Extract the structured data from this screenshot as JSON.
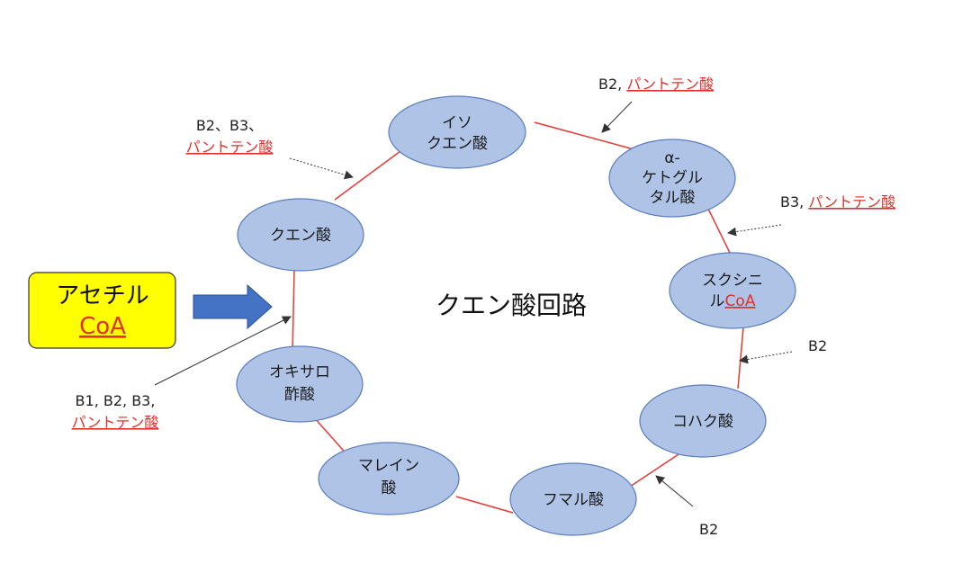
{
  "diagram": {
    "center_title": "クエン酸回路",
    "acetyl": {
      "line1": "アセチル",
      "line2": "CoA"
    },
    "nodes": {
      "isocitrate": {
        "line1": "イソ",
        "line2": "クエン酸"
      },
      "akg": {
        "line1": "α-",
        "line2": "ケトグル",
        "line3": "タル酸"
      },
      "succinylcoa": {
        "line1": "スクシニ",
        "line2_prefix": "ル",
        "line2_coa": "CoA"
      },
      "succinate": {
        "label": "コハク酸"
      },
      "fumarate": {
        "label": "フマル酸"
      },
      "malate": {
        "line1": "マレイン",
        "line2": "酸"
      },
      "oxaloacetate": {
        "line1": "オキサロ",
        "line2": "酢酸"
      },
      "citrate": {
        "label": "クエン酸"
      }
    },
    "annotations": {
      "isocitrate_in": {
        "line1": "B2、B3、",
        "line2": "パントテン酸"
      },
      "akg_in": {
        "prefix": "B2, ",
        "red": "パントテン酸"
      },
      "succinylcoa_in": {
        "prefix": "B3, ",
        "red": "パントテン酸"
      },
      "succinate_in": {
        "label": "B2"
      },
      "fumarate_in": {
        "label": "B2"
      },
      "citrate_in": {
        "line1": "B1, B2, B3,",
        "line2": "パントテン酸"
      }
    },
    "colors": {
      "node_fill": "#aec3e6",
      "node_stroke": "#5a7dbd",
      "cycle_line": "#e53935",
      "acetyl_fill": "#ffff00",
      "arrow_fill": "#4472c4",
      "red_text": "#e0302a"
    }
  }
}
